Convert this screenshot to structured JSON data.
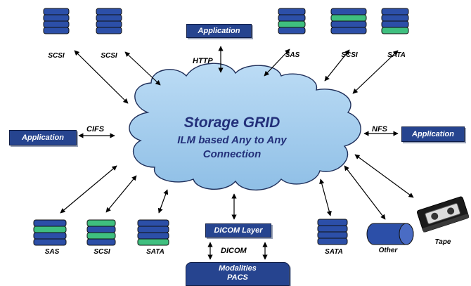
{
  "cloud": {
    "title": "Storage GRID",
    "subtitle_line1": "ILM based Any to Any",
    "subtitle_line2": "Connection"
  },
  "protocols": {
    "http": "HTTP",
    "cifs": "CIFS",
    "nfs": "NFS",
    "dicom": "DICOM"
  },
  "boxes": {
    "application_top": "Application",
    "application_left": "Application",
    "application_right": "Application",
    "dicom_layer": "DICOM Layer",
    "modalities_line1": "Modalities",
    "modalities_line2": "PACS"
  },
  "storage": {
    "top_left_1": "SCSI",
    "top_left_2": "SCSI",
    "top_right_1": "SAS",
    "top_right_2": "SCSI",
    "top_right_3": "SATA",
    "bottom_left_1": "SAS",
    "bottom_left_2": "SCSI",
    "bottom_left_3": "SATA",
    "bottom_right_sata": "SATA",
    "other": "Other",
    "tape": "Tape"
  },
  "colors": {
    "disk_blue": "#2c4fa8",
    "disk_green": "#3fbf7f",
    "cloud_fill": "#a9cfee",
    "box_fill": "#26448f"
  }
}
